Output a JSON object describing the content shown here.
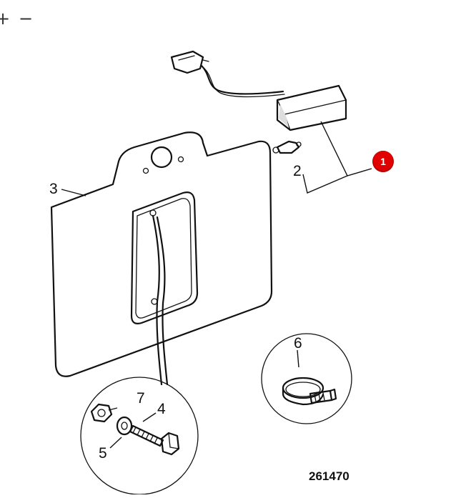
{
  "viewer": {
    "zoom_in_label": "+",
    "zoom_out_label": "−"
  },
  "diagram": {
    "callouts": [
      {
        "id": "1",
        "label": "1",
        "highlighted": true
      },
      {
        "id": "2",
        "label": "2"
      },
      {
        "id": "3",
        "label": "3"
      },
      {
        "id": "4",
        "label": "4"
      },
      {
        "id": "5",
        "label": "5"
      },
      {
        "id": "6",
        "label": "6"
      },
      {
        "id": "7",
        "label": "7"
      }
    ],
    "drawing_number": "261470",
    "highlight_color": "#e00000"
  }
}
